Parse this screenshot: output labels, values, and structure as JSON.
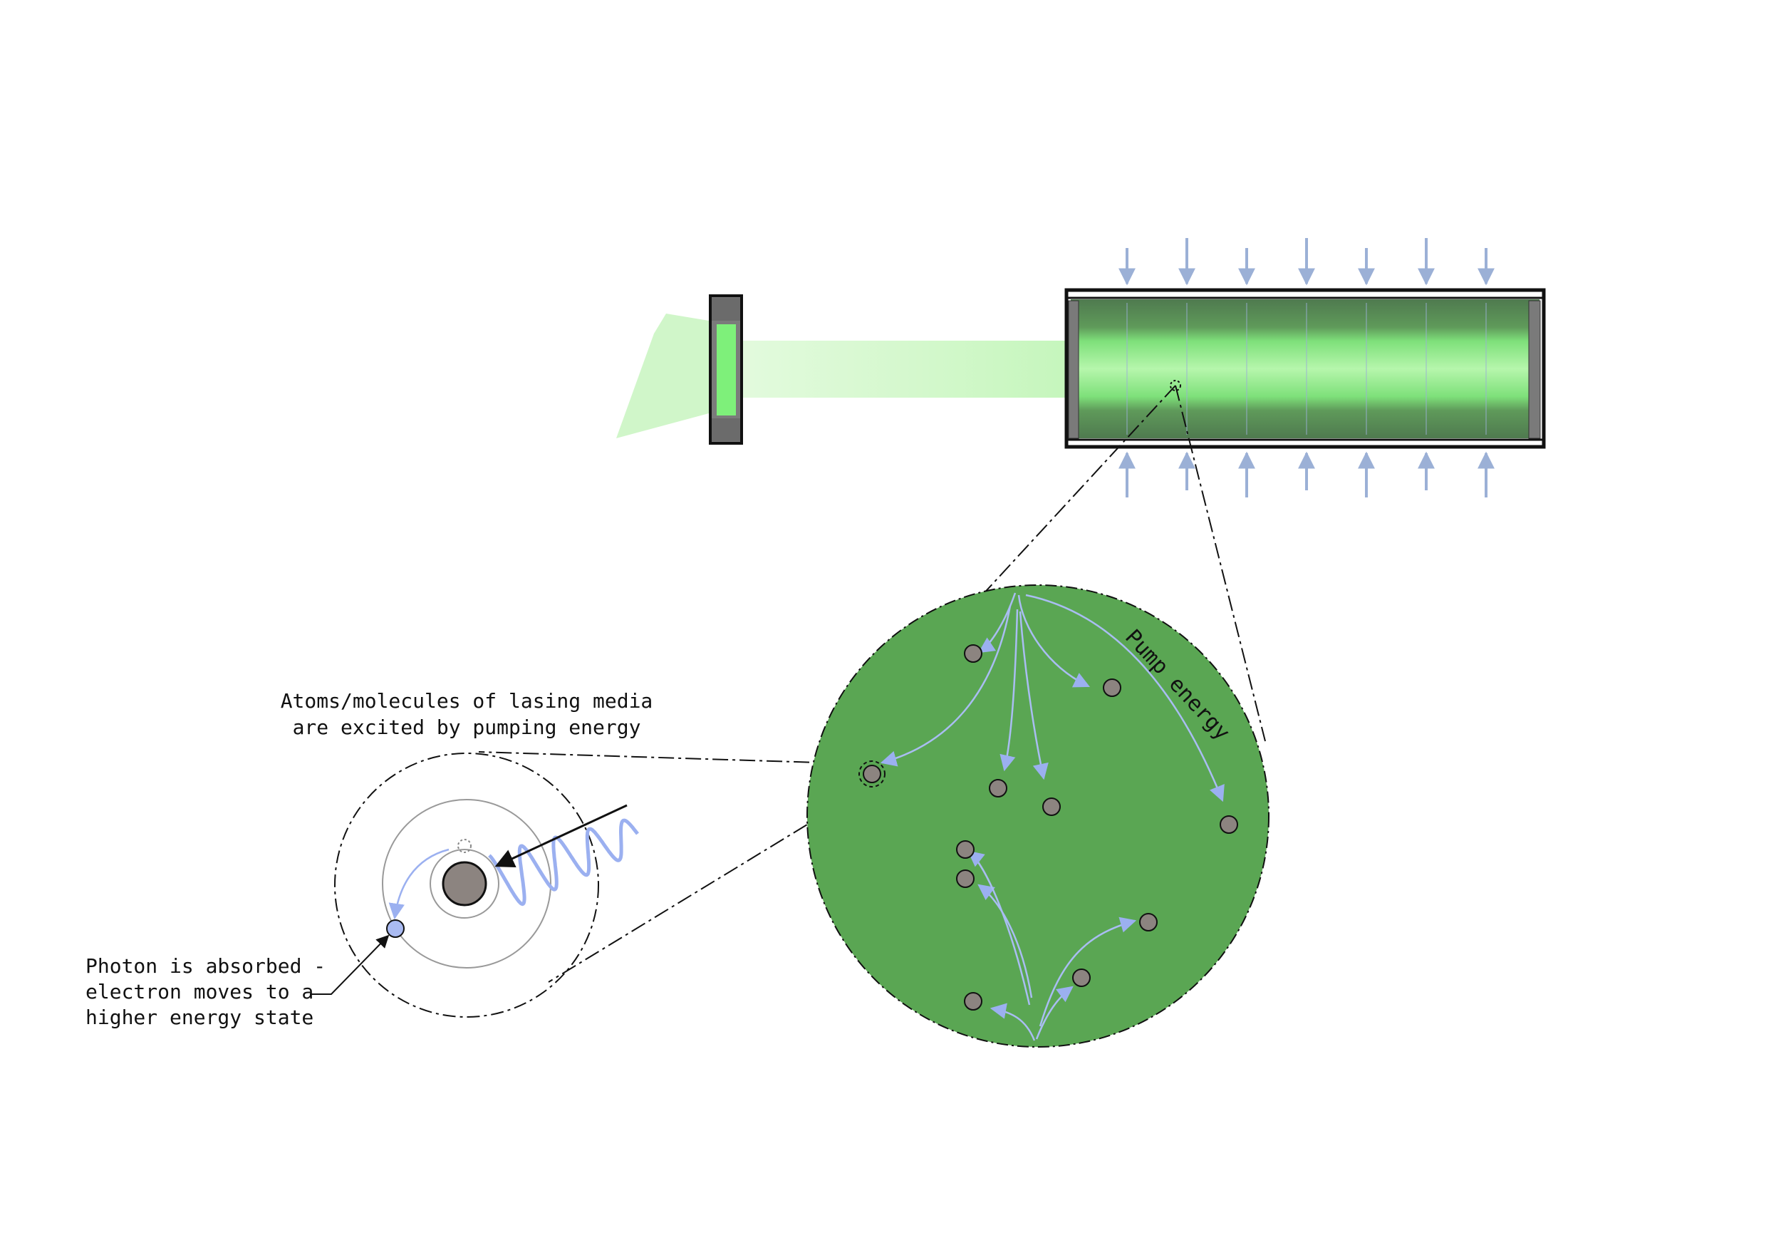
{
  "labels": {
    "atoms_line1": "Atoms/molecules of lasing media",
    "atoms_line2": "are excited by pumping energy",
    "photon_line1": "Photon is absorbed -",
    "photon_line2": "electron moves to a",
    "photon_line3": "higher energy state",
    "pump_energy": "Pump energy"
  },
  "colors": {
    "beam_green": "#6ee36e",
    "laser_light": "#b9f5b0",
    "medium_green": "#5aa653",
    "pump_blue": "#9bb0d6",
    "atom_grey": "#8c8480",
    "electron_blue": "#aabbf2"
  },
  "icons": [
    "output-mirror",
    "gain-medium-tube",
    "pump-arrows",
    "atom-nucleus",
    "electron",
    "photon-wave"
  ]
}
